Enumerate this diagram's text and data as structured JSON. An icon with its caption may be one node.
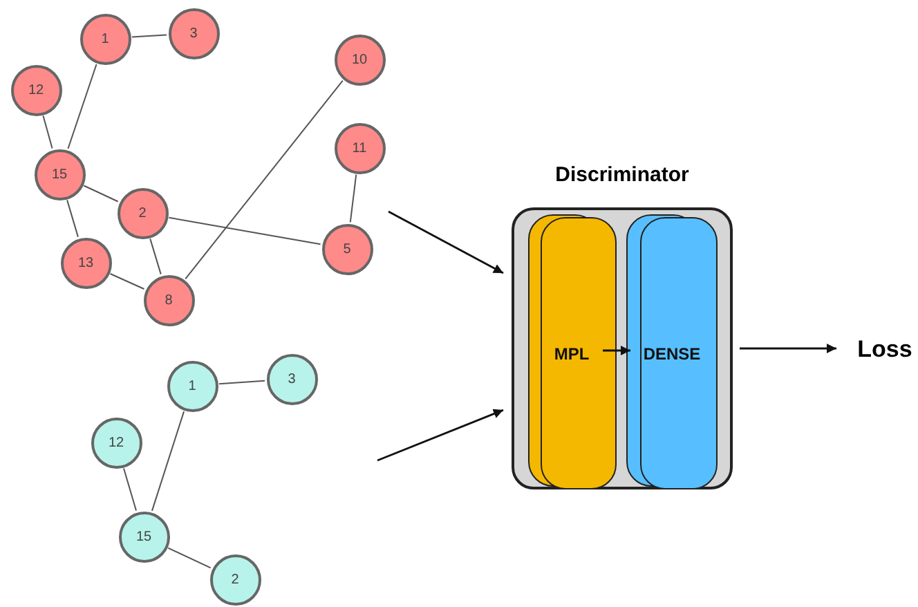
{
  "diagram": {
    "nodes": [
      {
        "text": [
          "1"
        ]
      },
      {
        "text": [
          "3"
        ]
      },
      {
        "text": [
          "12"
        ]
      },
      {
        "text": [
          "10"
        ]
      },
      {
        "text": [
          "11"
        ]
      },
      {
        "text": [
          "15"
        ]
      },
      {
        "text": [
          "2"
        ]
      },
      {
        "text": [
          "5"
        ]
      },
      {
        "text": [
          "13"
        ]
      },
      {
        "text": [
          "8"
        ]
      },
      {
        "text": [
          "1"
        ]
      },
      {
        "text": [
          "3"
        ]
      },
      {
        "text": [
          "12"
        ]
      },
      {
        "text": [
          "15"
        ]
      },
      {
        "text": [
          "2"
        ]
      },
      {
        "text": [
          "Discriminator"
        ]
      },
      {
        "text": [
          "MPL"
        ],
        "in": 15
      },
      {
        "text": [
          "DENSE"
        ],
        "in": 15
      },
      {
        "text": [
          "Loss"
        ]
      }
    ],
    "edges": [
      {
        "from": 0,
        "to": 1,
        "arrow": "none"
      },
      {
        "from": 2,
        "to": 5,
        "arrow": "none"
      },
      {
        "from": 0,
        "to": 5,
        "arrow": "none"
      },
      {
        "from": 5,
        "to": 6,
        "arrow": "none"
      },
      {
        "from": 5,
        "to": 8,
        "arrow": "none"
      },
      {
        "from": 6,
        "to": 7,
        "arrow": "none"
      },
      {
        "from": 6,
        "to": 9,
        "arrow": "none"
      },
      {
        "from": 8,
        "to": 9,
        "arrow": "none"
      },
      {
        "from": 3,
        "to": 9,
        "arrow": "none"
      },
      {
        "from": 4,
        "to": 7,
        "arrow": "none"
      },
      {
        "from": 10,
        "to": 11,
        "arrow": "none"
      },
      {
        "from": 10,
        "to": 13,
        "arrow": "none"
      },
      {
        "from": 12,
        "to": 13,
        "arrow": "none"
      },
      {
        "from": 13,
        "to": 14,
        "arrow": "none"
      },
      {
        "from": null,
        "to": 15,
        "arrow": "to"
      },
      {
        "from": null,
        "to": 15,
        "arrow": "to"
      },
      {
        "from": 16,
        "to": 17,
        "arrow": "to"
      },
      {
        "from": 15,
        "to": 18,
        "arrow": "to"
      }
    ]
  }
}
